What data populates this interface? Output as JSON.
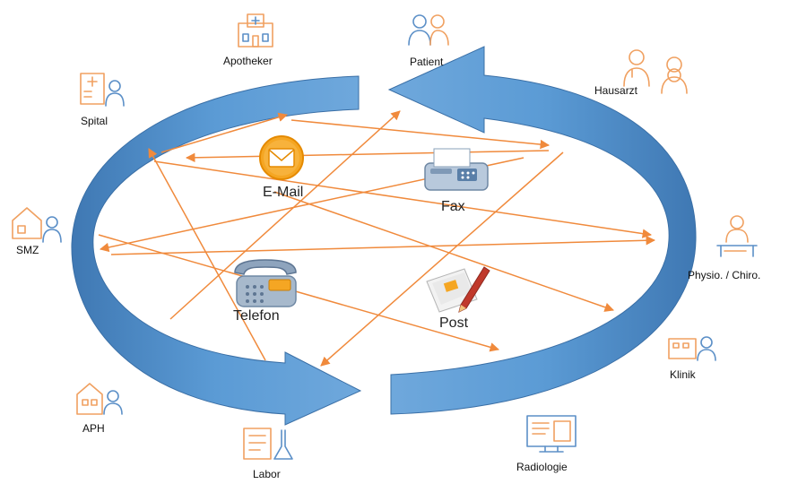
{
  "actors": {
    "apotheker": "Apotheker",
    "patient": "Patient",
    "hausarzt": "Hausarzt",
    "spital": "Spital",
    "smz": "SMZ",
    "physio": "Physio. / Chiro.",
    "klinik": "Klinik",
    "aph": "APH",
    "labor": "Labor",
    "radiologie": "Radiologie"
  },
  "channels": {
    "email": "E-Mail",
    "fax": "Fax",
    "telefon": "Telefon",
    "post": "Post"
  },
  "colors": {
    "cycle_blue": "#5b9bd5",
    "cycle_blue_dark": "#3f78b3",
    "arrow_orange": "#f08a3c",
    "icon_orange": "#f0a060",
    "icon_blue": "#5b8fc7"
  }
}
